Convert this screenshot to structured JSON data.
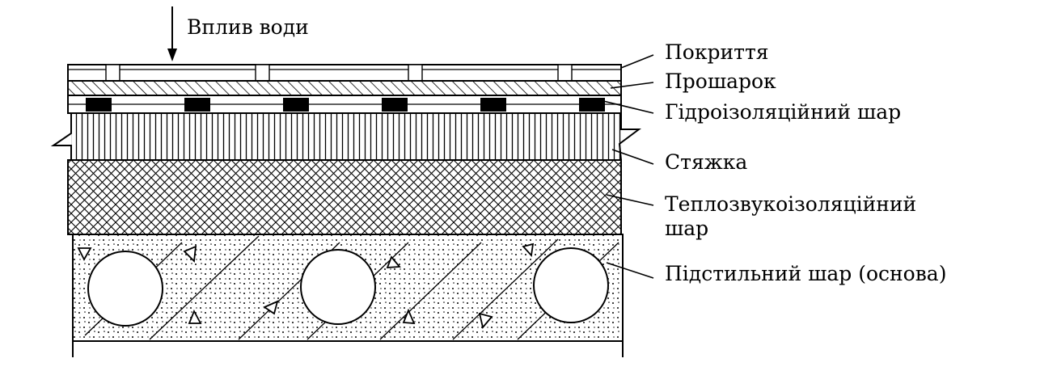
{
  "diagram": {
    "water_label": "Вплив води",
    "layers": [
      {
        "key": "cover",
        "label": "Покриття"
      },
      {
        "key": "interlayer",
        "label": "Прошарок"
      },
      {
        "key": "waterproof",
        "label": "Гідроізоляційний шар"
      },
      {
        "key": "screed",
        "label": "Стяжка"
      },
      {
        "key": "insulation",
        "label_line1": "Теплозвукоізоляційний",
        "label_line2": "шар"
      },
      {
        "key": "base",
        "label": "Підстильний шар (основа)"
      }
    ]
  }
}
